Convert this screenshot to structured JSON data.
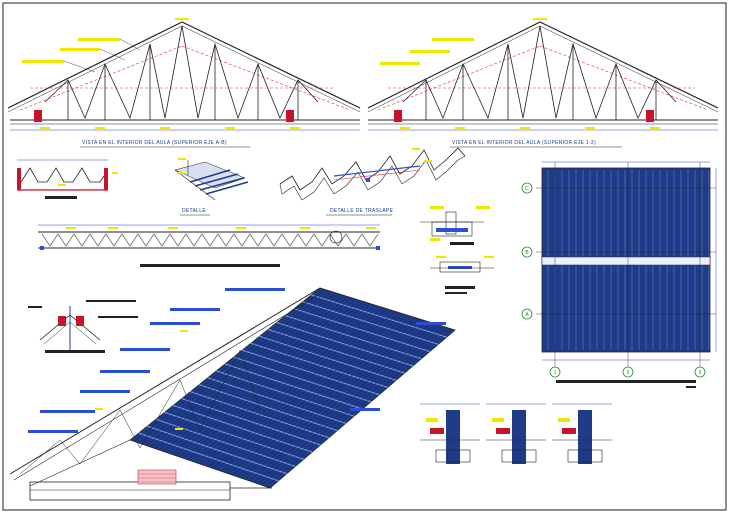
{
  "drawing": {
    "titles": {
      "truss_left": "VISTA EN EL INTERIOR DEL AULA (SUPERIOR EJE A-B)",
      "truss_right": "VISTA EN EL INTERIOR DEL AULA (SUPERIOR EJE 1-2)",
      "detail_small": "DETALLE",
      "detail_overlap": "DETALLE DE TRASLAPE"
    },
    "grid_markers": {
      "vertical": [
        "C",
        "B",
        "A"
      ],
      "horizontal": [
        "1",
        "2",
        "3"
      ]
    },
    "colors": {
      "line": "#1a1a1a",
      "hidden_line": "#e0303a",
      "blue_panel": "#1f3c88",
      "annotation_yellow": "#f2e600",
      "dimension_blue": "#2a4fd6",
      "green_marker": "#1c8c2a",
      "brick_red": "#c8142a"
    }
  }
}
